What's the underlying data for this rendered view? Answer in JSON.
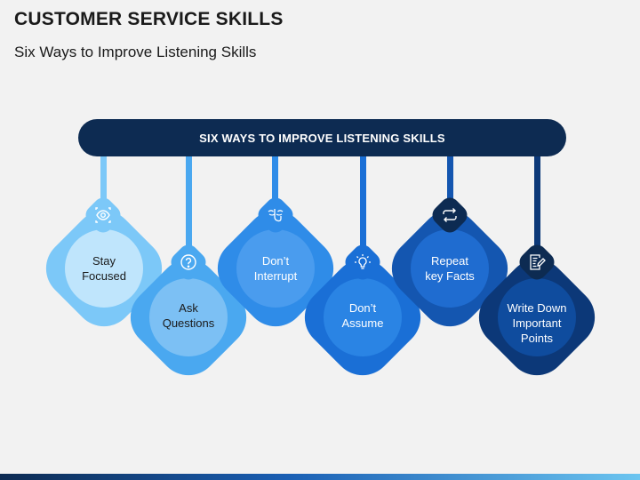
{
  "header": {
    "title": "CUSTOMER SERVICE SKILLS",
    "subtitle": "Six Ways to Improve Listening Skills"
  },
  "banner": {
    "label": "SIX WAYS TO IMPROVE LISTENING SKILLS"
  },
  "items": [
    {
      "line1": "Stay",
      "line2": "Focused",
      "line3": "",
      "icon": "eye-icon",
      "color": "#7cc8f8",
      "core": "#bfe5fc",
      "text": "#1a1a1a"
    },
    {
      "line1": "Ask",
      "line2": "Questions",
      "line3": "",
      "icon": "question-icon",
      "color": "#4aa8f0",
      "core": "#7cc0f4",
      "text": "#1a1a1a"
    },
    {
      "line1": "Don’t",
      "line2": "Interrupt",
      "line3": "",
      "icon": "hush-icon",
      "color": "#2f8ce8",
      "core": "#4a9cee",
      "text": "#ffffff"
    },
    {
      "line1": "Don’t",
      "line2": "Assume",
      "line3": "",
      "icon": "lightbulb-icon",
      "color": "#1a6fd6",
      "core": "#2a84e4",
      "text": "#ffffff"
    },
    {
      "line1": "Repeat",
      "line2": "key Facts",
      "line3": "",
      "icon": "repeat-icon",
      "color": "#1456b0",
      "core": "#1f6cd0",
      "text": "#ffffff"
    },
    {
      "line1": "Write Down",
      "line2": "Important",
      "line3": "Points",
      "icon": "notes-icon",
      "color": "#0c3878",
      "core": "#0f4c9e",
      "text": "#ffffff"
    }
  ]
}
